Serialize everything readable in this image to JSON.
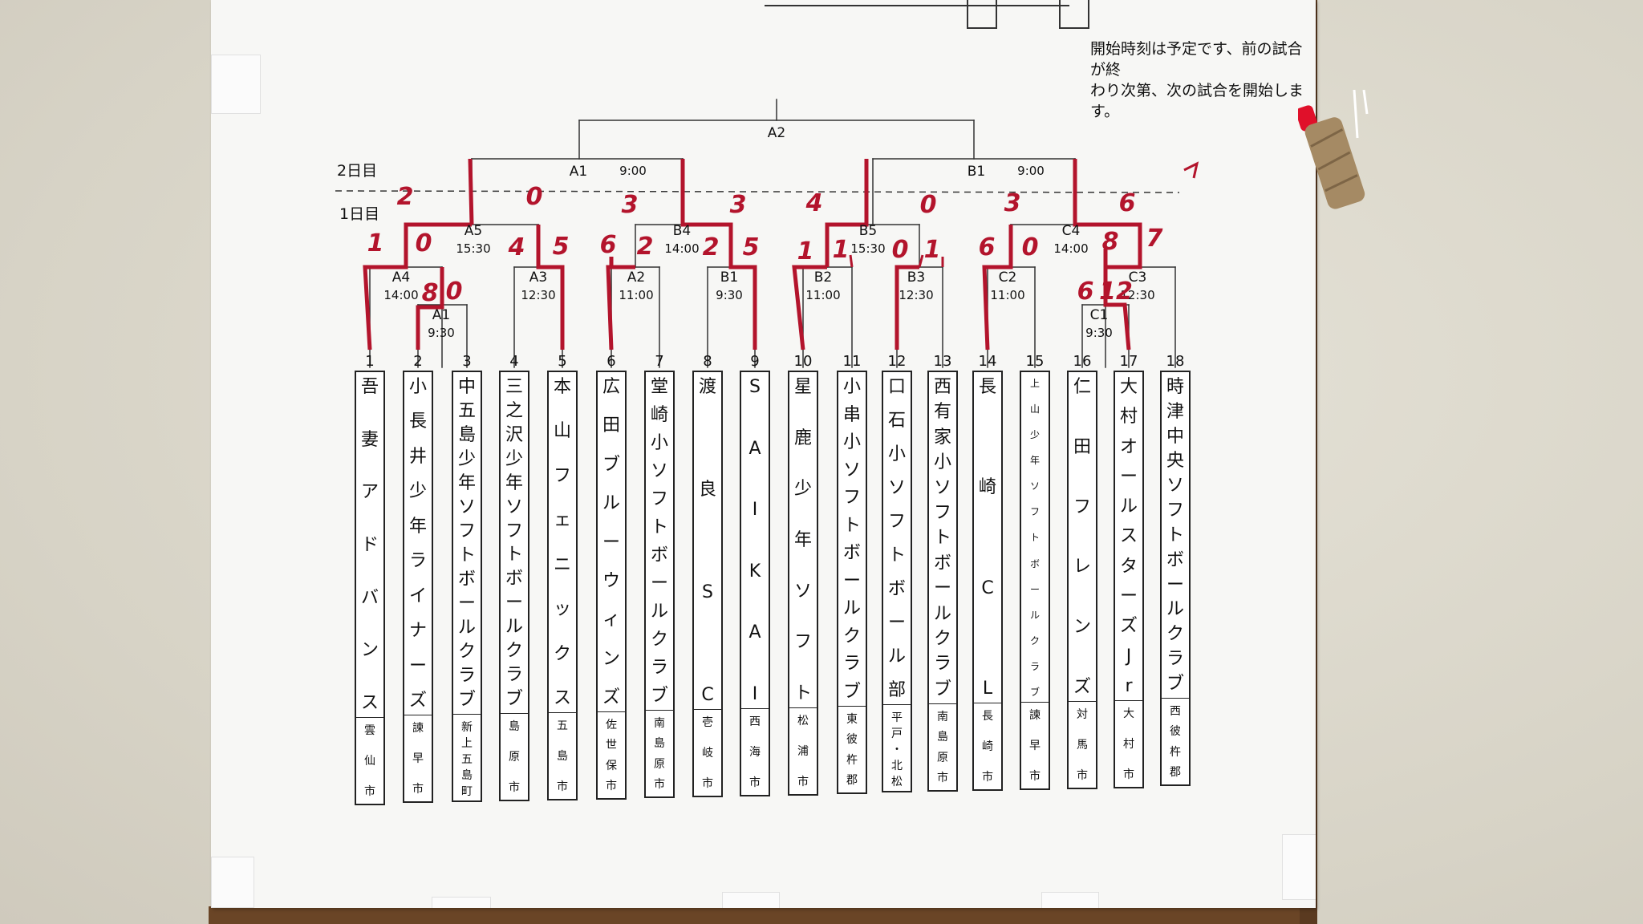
{
  "notice": [
    "開始時刻は予定です、前の試合が終",
    "わり次第、次の試合を開始します。"
  ],
  "day_labels": {
    "day2": "2日目",
    "day1": "1日目"
  },
  "matches": [
    {
      "id": "A2",
      "time": ""
    },
    {
      "id": "A1",
      "time": "9:00"
    },
    {
      "id": "B1",
      "time": "9:00"
    },
    {
      "id": "A5",
      "time": "15:30"
    },
    {
      "id": "B4",
      "time": "14:00"
    },
    {
      "id": "B5",
      "time": "15:30"
    },
    {
      "id": "C4",
      "time": "14:00"
    },
    {
      "id": "A4",
      "time": "14:00"
    },
    {
      "id": "A3",
      "time": "12:30"
    },
    {
      "id": "A2",
      "time": "11:00"
    },
    {
      "id": "B1",
      "time": "9:30"
    },
    {
      "id": "B2",
      "time": "11:00"
    },
    {
      "id": "B3",
      "time": "12:30"
    },
    {
      "id": "C2",
      "time": "11:00"
    },
    {
      "id": "C3",
      "time": "12:30"
    },
    {
      "id": "A1",
      "time": "9:30"
    },
    {
      "id": "C1",
      "time": "9:30"
    }
  ],
  "teams": [
    {
      "no": "1",
      "name": "吾妻アドバンス",
      "city": "雲仙市"
    },
    {
      "no": "2",
      "name": "小長井少年ライナーズ",
      "city": "諫早市"
    },
    {
      "no": "3",
      "name": "中五島少年ソフトボールクラブ",
      "city": "新上五島町"
    },
    {
      "no": "4",
      "name": "三之沢少年ソフトボールクラブ",
      "city": "島原市"
    },
    {
      "no": "5",
      "name": "本山フェニックス",
      "city": "五島市"
    },
    {
      "no": "6",
      "name": "広田ブルーウィンズ",
      "city": "佐世保市"
    },
    {
      "no": "7",
      "name": "堂崎小ソフトボールクラブ",
      "city": "南島原市"
    },
    {
      "no": "8",
      "name": "渡良SC",
      "city": "壱岐市"
    },
    {
      "no": "9",
      "name": "SAIKAI",
      "city": "西海市"
    },
    {
      "no": "10",
      "name": "星鹿少年ソフト",
      "city": "松浦市"
    },
    {
      "no": "11",
      "name": "小串小ソフトボールクラブ",
      "city": "東彼杵郡"
    },
    {
      "no": "12",
      "name": "口石小ソフトボール部",
      "city": "平戸・北松"
    },
    {
      "no": "13",
      "name": "西有家小ソフトボールクラブ",
      "city": "南島原市"
    },
    {
      "no": "14",
      "name": "長崎CL",
      "city": "長崎市"
    },
    {
      "no": "15",
      "name": "上山少年ソフトボールクラブ",
      "city": "諫早市"
    },
    {
      "no": "16",
      "name": "仁田フレンズ",
      "city": "対馬市"
    },
    {
      "no": "17",
      "name": "大村オールスターズJr",
      "city": "大村市"
    },
    {
      "no": "18",
      "name": "時津中央ソフトボールクラブ",
      "city": "西彼杵郡"
    }
  ],
  "scores": [
    "2",
    "0",
    "3",
    "3",
    "4",
    "0",
    "3",
    "6",
    "1",
    "0",
    "4",
    "5",
    "6",
    "2",
    "2",
    "5",
    "1",
    "1",
    "0",
    "1",
    "6",
    "0",
    "8",
    "7",
    "8",
    "0",
    "6",
    "12"
  ],
  "colors": {
    "marker": "#b3142c",
    "line": "#333333"
  }
}
